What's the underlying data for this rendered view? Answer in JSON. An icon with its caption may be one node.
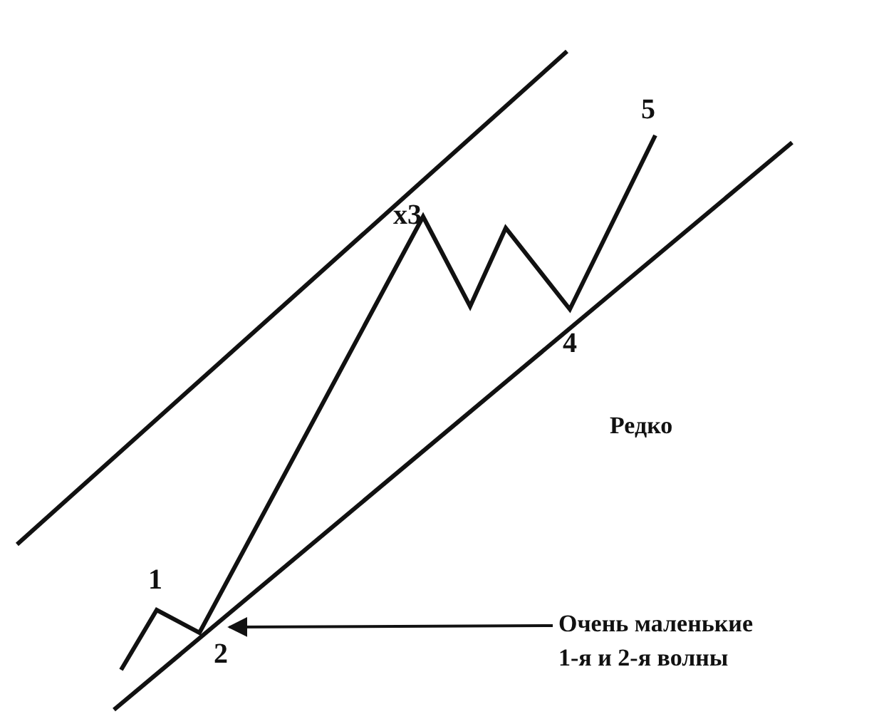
{
  "diagram": {
    "nodes": [
      {
        "text": [
          "Очень маленькие 1-я и 2-я волны"
        ]
      },
      {
        "text": [
          "2"
        ]
      }
    ],
    "edges": [
      {
        "from": 0,
        "to": 1,
        "arrow": "to"
      }
    ],
    "labels": [
      "5",
      "x3",
      "4",
      "Редко",
      "1"
    ]
  }
}
